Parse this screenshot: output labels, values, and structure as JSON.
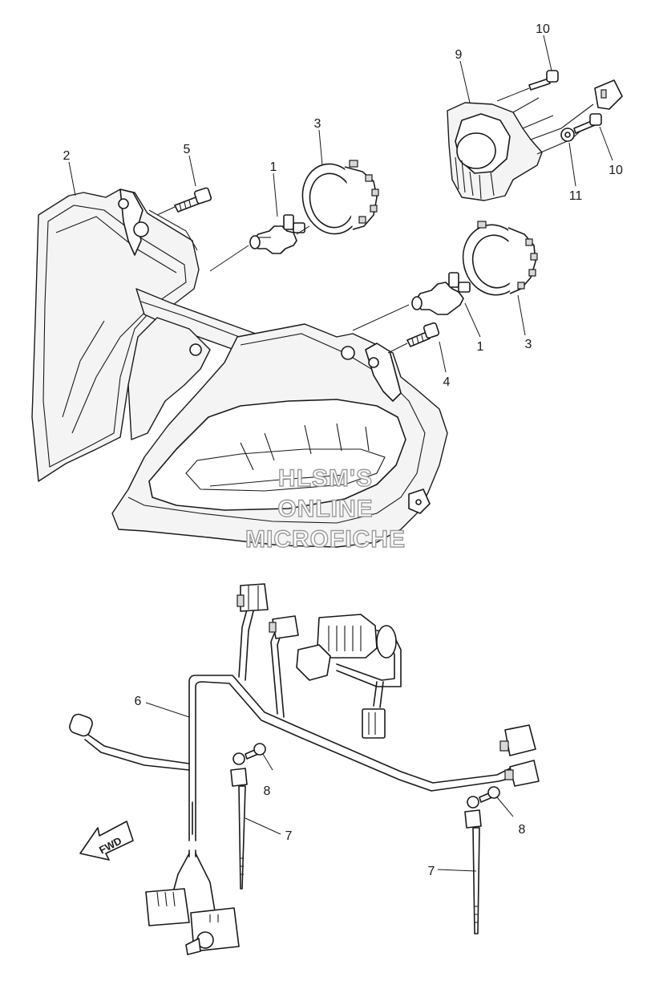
{
  "watermark": {
    "line1": "HLSM'S",
    "line2": "ONLINE",
    "line3": "MICROFICHE"
  },
  "direction_label": "FWD",
  "callouts": [
    {
      "id": "c1a",
      "label": "1"
    },
    {
      "id": "c1b",
      "label": "1"
    },
    {
      "id": "c2",
      "label": "2"
    },
    {
      "id": "c3a",
      "label": "3"
    },
    {
      "id": "c3b",
      "label": "3"
    },
    {
      "id": "c4",
      "label": "4"
    },
    {
      "id": "c5",
      "label": "5"
    },
    {
      "id": "c6",
      "label": "6"
    },
    {
      "id": "c7a",
      "label": "7"
    },
    {
      "id": "c7b",
      "label": "7"
    },
    {
      "id": "c8a",
      "label": "8"
    },
    {
      "id": "c8b",
      "label": "8"
    },
    {
      "id": "c9",
      "label": "9"
    },
    {
      "id": "c10a",
      "label": "10"
    },
    {
      "id": "c10b",
      "label": "10"
    },
    {
      "id": "c11",
      "label": "11"
    }
  ]
}
